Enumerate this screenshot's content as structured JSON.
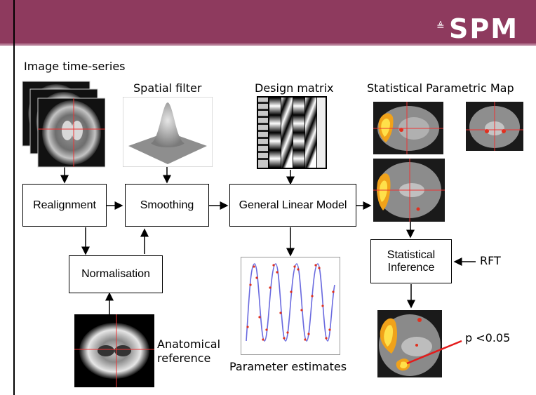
{
  "logo": {
    "text": "SPM"
  },
  "labels": {
    "image_time_series": "Image time-series",
    "spatial_filter": "Spatial filter",
    "design_matrix": "Design matrix",
    "spm_title": "Statistical Parametric Map",
    "parameter_estimates": "Parameter estimates",
    "anatomical_line1": "Anatomical",
    "anatomical_line2": "reference",
    "rft": "RFT",
    "p_value": "p <0.05"
  },
  "boxes": {
    "realignment": "Realignment",
    "smoothing": "Smoothing",
    "glm": "General Linear Model",
    "normalisation": "Normalisation",
    "inference_line1": "Statistical",
    "inference_line2": "Inference"
  },
  "colors": {
    "header": "#8e3a5e",
    "arrow": "#000000",
    "blob_hot": "#ffd21a",
    "blob_red": "#e0301e",
    "pointer": "#e41b1b"
  }
}
